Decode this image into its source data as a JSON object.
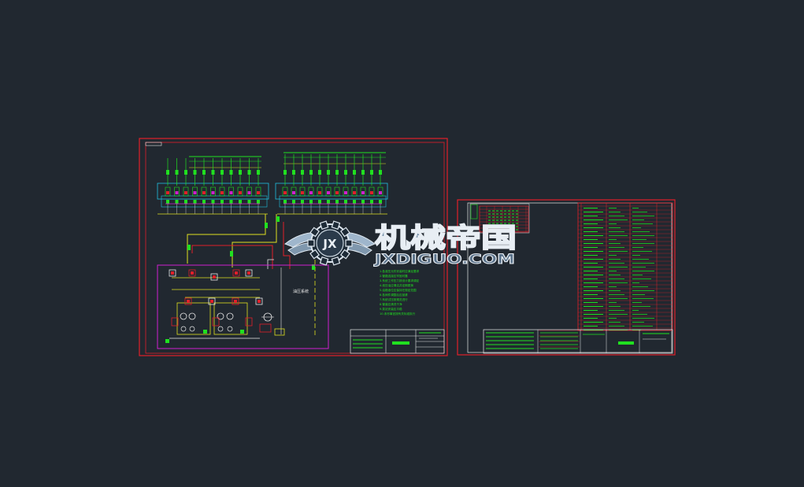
{
  "app": {
    "background": "#212830"
  },
  "colors": {
    "frame": "#e0202a",
    "green": "#20e020",
    "yellow": "#e0e020",
    "magenta": "#d020d0",
    "cyan": "#20c0e0",
    "white": "#e8e8e8"
  },
  "sheet1": {
    "block_label": "油压系统",
    "notes": [
      "1.各液压元件安装时应满足要求",
      "2.管路连接应牢固可靠",
      "3.系统工作压力按设计要求调定",
      "4.液压油应清洁并定期更换",
      "5.油箱液位应保持在规定范围",
      "6.各阀件调整后应锁紧",
      "7.系统试压按规范进行",
      "8.管道应清洗干净",
      "9.泵站安装应平稳",
      "10.未尽事宜按有关标准执行"
    ]
  },
  "watermark": {
    "brand_cn": "机械帝国",
    "brand_en": "JXDIGUO.COM",
    "emblem_text": "JX"
  }
}
